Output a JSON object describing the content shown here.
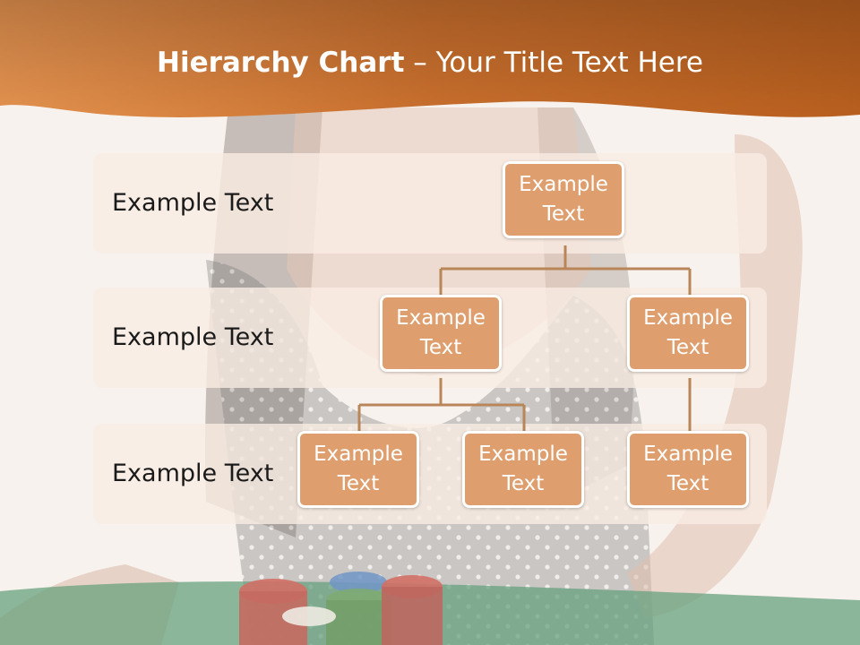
{
  "title": {
    "bold": "Hierarchy Chart",
    "rest": " – Your Title Text Here"
  },
  "levels": [
    {
      "label": "Example Text"
    },
    {
      "label": "Example Text"
    },
    {
      "label": "Example Text"
    }
  ],
  "nodes": {
    "root": "Example Text",
    "l2_left": "Example Text",
    "l2_right": "Example Text",
    "l3_a": "Example Text",
    "l3_b": "Example Text",
    "l3_c": "Example Text"
  },
  "colors": {
    "header": "#c9702c",
    "node_fill": "#de9e6e",
    "connector": "#b88658",
    "band": "#f9ece2"
  }
}
